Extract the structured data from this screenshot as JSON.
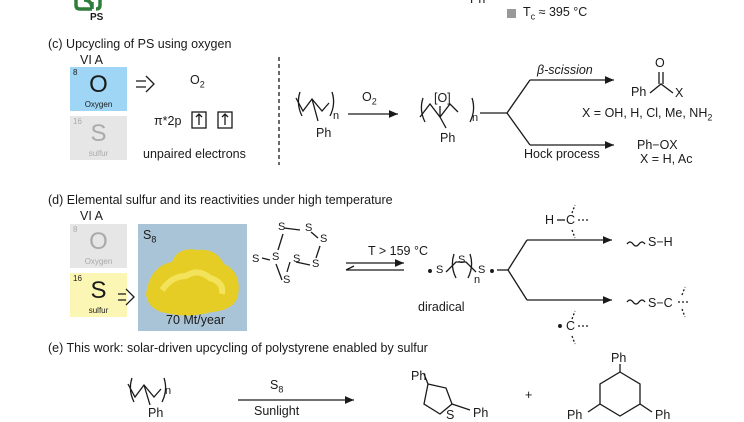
{
  "top": {
    "ps_label": "PS",
    "ph": "Ph",
    "tc": "T",
    "tc_sub": "c",
    "tc_value": " ≈ 395 °C"
  },
  "c": {
    "title": "(c) Upcycling of PS using oxygen",
    "group": "VI A",
    "o_num": "8",
    "o_sym": "O",
    "o_name": "Oxygen",
    "s_num": "16",
    "s_sym": "S",
    "s_name": "sulfur",
    "o2": "O",
    "o2_sub": "2",
    "pi": "π*2p",
    "unpaired": "unpaired electrons",
    "ph": "Ph",
    "n": "n",
    "reagent": "O",
    "reagent_sub": "2",
    "ox": "[O]",
    "beta": "β-scission",
    "ph_ketone": "Ph",
    "o_atom": "O",
    "x_atom": "X",
    "x_list": "X = OH, H, Cl, Me, NH",
    "x_list_sub": "2",
    "hock": "Hock process",
    "phox": "Ph−OX",
    "x_list2": "X = H, Ac"
  },
  "d": {
    "title": "(d) Elemental sulfur and its reactivities under high temperature",
    "group": "VI A",
    "o_num": "8",
    "o_sym": "O",
    "o_name": "Oxygen",
    "s_num": "16",
    "s_sym": "S",
    "s_name": "sulfur",
    "s8": "S",
    "s8_sub": "8",
    "production": "70 Mt/year",
    "temp": "T > 159 °C",
    "s_atom": "S",
    "n": "n",
    "diradical": "diradical",
    "h_atom": "H",
    "c_atom": "C",
    "prod_sh": "S−H",
    "prod_sc": "S−C"
  },
  "e": {
    "title": "(e) This work: solar-driven upcycling of polystyrene enabled by sulfur",
    "reagent": "S",
    "reagent_sub": "8",
    "condition": "Sunlight",
    "ph": "Ph",
    "n": "n",
    "s_atom": "S",
    "plus": "+"
  },
  "colors": {
    "oxygen_tile": "#9fd6f5",
    "sulfur_tile": "#fbf6b4",
    "gray_tile": "#e6e6e6",
    "green_logo": "#2f7d3a",
    "sulfur_photo_bg": "#a9c4d6",
    "sulfur_powder": "#e6cd26"
  }
}
